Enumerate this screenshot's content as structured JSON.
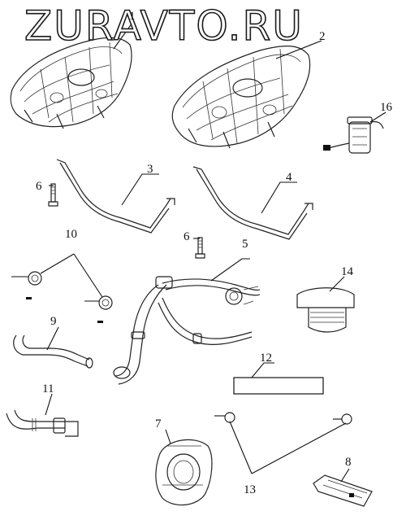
{
  "watermark": "ZURAVTO.RU",
  "callouts": {
    "c1": "1",
    "c2": "2",
    "c3": "3",
    "c4": "4",
    "c5": "5",
    "c6a": "6",
    "c6b": "6",
    "c7": "7",
    "c8": "8",
    "c9": "9",
    "c10": "10",
    "c11": "11",
    "c12": "12",
    "c13": "13",
    "c14": "14",
    "c16": "16"
  }
}
